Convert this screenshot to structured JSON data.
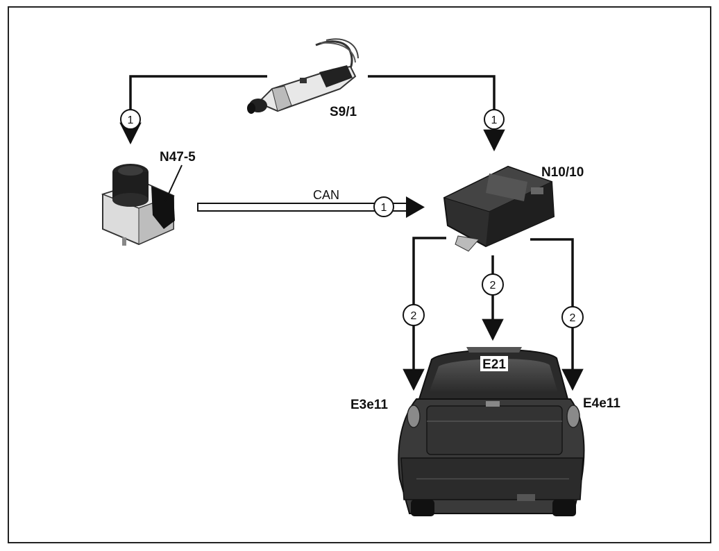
{
  "components": {
    "pedal_switch": "S9/1",
    "esp_unit": "N47-5",
    "sam_module": "N10/10",
    "brake_light_center": "E21",
    "lamp_left": "E3e11",
    "lamp_right": "E4e11"
  },
  "bus_label": "CAN",
  "connections": [
    {
      "from": "S9/1",
      "to": "N47-5",
      "marker": "1"
    },
    {
      "from": "S9/1",
      "to": "N10/10",
      "marker": "1"
    },
    {
      "from": "N47-5",
      "to": "N10/10",
      "marker": "1",
      "via": "CAN"
    },
    {
      "from": "N10/10",
      "to": "E3e11",
      "marker": "2"
    },
    {
      "from": "N10/10",
      "to": "E21",
      "marker": "2"
    },
    {
      "from": "N10/10",
      "to": "E4e11",
      "marker": "2"
    }
  ],
  "colors": {
    "line": "#111111",
    "frame": "#222222",
    "car_body": "#3a3a3a"
  }
}
